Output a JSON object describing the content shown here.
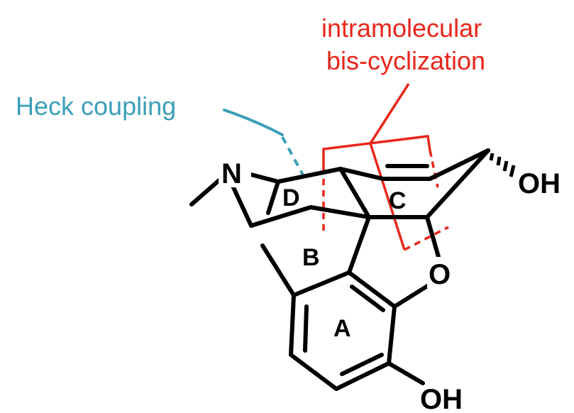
{
  "annotations": {
    "red_line1": "intramolecular",
    "red_line2": "bis-cyclization",
    "blue": "Heck coupling"
  },
  "atoms": {
    "n": "N",
    "o_ring": "O",
    "oh_top": "OH",
    "oh_bottom": "OH"
  },
  "rings": {
    "a": "A",
    "b": "B",
    "c": "C",
    "d": "D"
  },
  "colors": {
    "red": "#e8261b",
    "blue": "#3b9fb8",
    "bond": "#000000"
  }
}
